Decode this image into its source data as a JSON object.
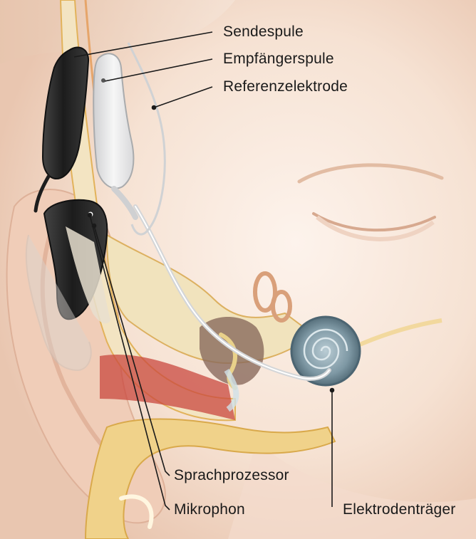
{
  "diagram": {
    "labels": {
      "transmitter_coil": "Sendespule",
      "receiver_coil": "Empfängerspule",
      "reference_electrode": "Referenzelektrode",
      "speech_processor": "Sprachprozessor",
      "microphone": "Mikrophon",
      "electrode_array": "Elektrodenträger"
    },
    "colors": {
      "skin_light": "#fbeee4",
      "skin_mid": "#f2d6c2",
      "skin_shadow": "#e3b9a0",
      "bone": "#f1e3bd",
      "bone_edge": "#e2b25a",
      "device_black": "#222222",
      "implant_white": "#e9e9ea",
      "cochlea": "#7f9aa6",
      "leader_line": "#1a1a1a"
    }
  }
}
